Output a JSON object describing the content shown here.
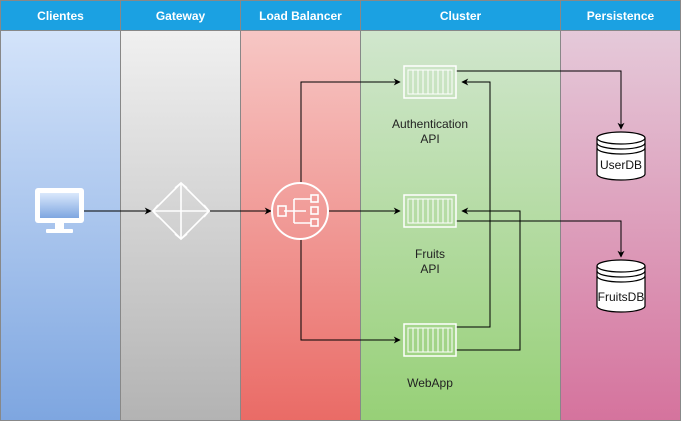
{
  "lanes": [
    {
      "title": "Clientes",
      "color_top": "#dae8fc",
      "color_bottom": "#7ea6e0"
    },
    {
      "title": "Gateway",
      "color_top": "#f5f5f5",
      "color_bottom": "#b3b3b3"
    },
    {
      "title": "Load Balancer",
      "color_top": "#f8cecc",
      "color_bottom": "#ea6b66"
    },
    {
      "title": "Cluster",
      "color_top": "#d5e8d4",
      "color_bottom": "#97d077"
    },
    {
      "title": "Persistence",
      "color_top": "#e6d0de",
      "color_bottom": "#d5739d"
    }
  ],
  "header_color": "#1ba1e2",
  "services": {
    "auth": {
      "line1": "Authentication",
      "line2": "API"
    },
    "fruits": {
      "line1": "Fruits",
      "line2": "API"
    },
    "webapp": {
      "line1": "WebApp"
    }
  },
  "databases": {
    "userdb": "UserDB",
    "fruitsdb": "FruitsDB"
  },
  "icons": {
    "client": "monitor-icon",
    "gateway": "gateway-icon",
    "load_balancer": "load-balancer-icon",
    "service": "container-icon",
    "database": "database-icon"
  }
}
